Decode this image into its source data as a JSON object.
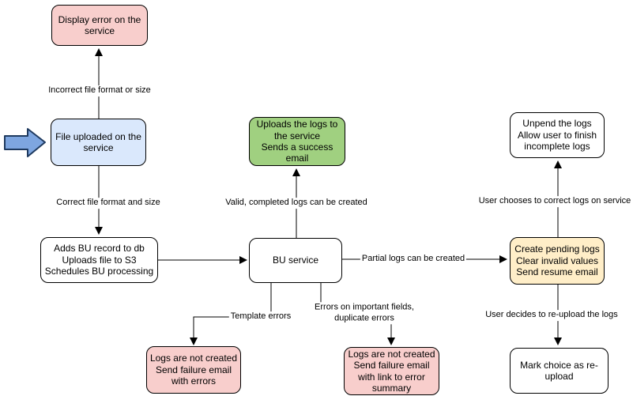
{
  "diagram_title": "",
  "colors": {
    "node_pink": "#f8cecc",
    "node_blue": "#dae8fc",
    "node_green": "#a0d080",
    "node_yellow": "#ffeec8",
    "node_white": "#ffffff",
    "pointer_fill": "#7ea6e0",
    "pointer_stroke": "#1f3a5f",
    "line": "#000000"
  },
  "nodes": {
    "display_error": {
      "label": "Display error on the\nservice"
    },
    "file_uploaded": {
      "label": "File uploaded on the\nservice"
    },
    "adds_bu_record": {
      "label": "Adds BU record to db\nUploads file to S3\nSchedules BU processing"
    },
    "bu_service": {
      "label": "BU service"
    },
    "uploads_logs": {
      "label": "Uploads the logs to\nthe service\nSends a success\nemail"
    },
    "create_pending": {
      "label": "Create pending logs\nClear invalid values\nSend resume email"
    },
    "unpend_logs": {
      "label": "Unpend the logs\nAllow user to finish\nincomplete logs"
    },
    "mark_reupload": {
      "label": "Mark choice as re-\nupload"
    },
    "logs_not_created_errors": {
      "label": "Logs are not created\nSend failure email\nwith errors"
    },
    "logs_not_created_summary": {
      "label": "Logs are not created\nSend failure email\nwith link to error\nsummary"
    }
  },
  "edges": {
    "incorrect_format": {
      "label": "Incorrect file format or size"
    },
    "correct_format": {
      "label": "Correct file format and size"
    },
    "valid_logs": {
      "label": "Valid, completed logs can be created"
    },
    "partial_logs": {
      "label": "Partial logs can be created"
    },
    "template_errors": {
      "label": "Template errors"
    },
    "important_field_errors": {
      "label": "Errors on important fields,\nduplicate errors"
    },
    "user_corrects": {
      "label": "User chooses to correct logs on service"
    },
    "user_reuploads": {
      "label": "User decides to re-upload the logs"
    }
  }
}
